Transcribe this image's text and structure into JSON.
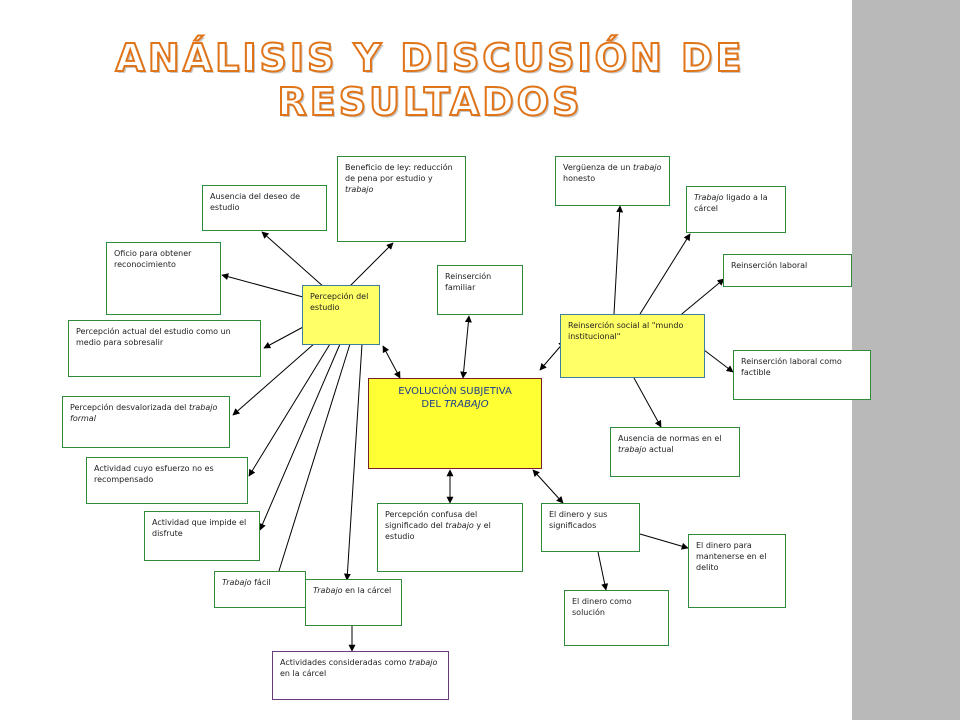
{
  "title": {
    "line1": "ANÁLISIS Y DISCUSIÓN DE",
    "line2": "RESULTADOS"
  },
  "center": {
    "line1": "EVOLUCIÓN SUBJETIVA",
    "line2a": "DEL ",
    "line2b": "TRABAJO"
  },
  "hubs": {
    "estudio": "Percepción del estudio",
    "social": "Reinserción social al \"mundo institucional\""
  },
  "nodes": {
    "beneficio": {
      "a": "Beneficio de ley: reducción de pena por estudio y ",
      "b": "trabajo"
    },
    "ausencia_deseo": "Ausencia del deseo de estudio",
    "oficio": "Oficio para obtener reconocimiento",
    "percepcion_actual": "Percepción actual del estudio como un medio para sobresalir",
    "desvalorizada": {
      "a": "Percepción desvalorizada del ",
      "b": "trabajo formal"
    },
    "esfuerzo": "Actividad cuyo esfuerzo no es recompensado",
    "disfrute": "Actividad que impide el disfrute",
    "facil": {
      "a": "Trabajo",
      "b": " fácil"
    },
    "en_carcel": {
      "a": "Trabajo",
      "b": " en la cárcel"
    },
    "actividades": {
      "a": "Actividades consideradas como ",
      "b": "trabajo",
      "c": " en la cárcel"
    },
    "familiar": "Reinserción familiar",
    "confusa": {
      "a": "Percepción confusa del significado del ",
      "b": "trabajo",
      "c": " y el estudio"
    },
    "dinero": "El dinero y sus significados",
    "dinero_solucion": "El dinero como solución",
    "dinero_delito": "El dinero para mantenerse en el delito",
    "verguenza": {
      "a": "Vergüenza de un ",
      "b": "trabajo",
      "c": " honesto"
    },
    "ligado": {
      "a": "Trabajo",
      "b": " ligado a la cárcel"
    },
    "laboral": "Reinserción laboral",
    "laboral_factible": "Reinserción laboral como factible",
    "ausencia_normas": {
      "a": "Ausencia de normas en el ",
      "b": "trabajo",
      "c": " actual"
    }
  },
  "colors": {
    "title_fill": "#ffffff",
    "title_stroke": "#e07418",
    "sidebar": "#b9b9b9",
    "hub": "#ffff66",
    "center": "#ffff33",
    "border_green": "#2e8b3a"
  }
}
